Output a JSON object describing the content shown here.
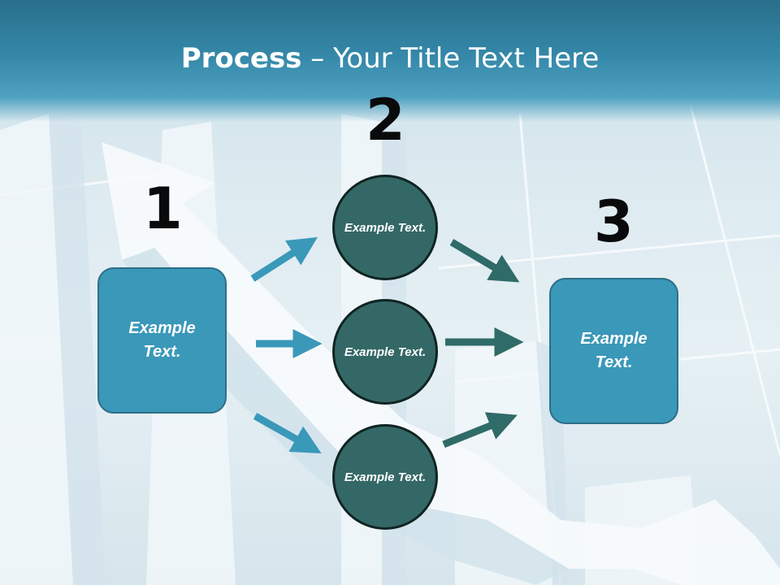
{
  "title": {
    "bold": "Process",
    "rest": " – Your Title Text Here"
  },
  "steps": [
    {
      "number": "1",
      "label": "Example Text."
    },
    {
      "number": "2"
    },
    {
      "number": "3",
      "label": "Example Text."
    }
  ],
  "circles": [
    {
      "label": "Example Text."
    },
    {
      "label": "Example Text."
    },
    {
      "label": "Example Text."
    }
  ],
  "colors": {
    "box": "#3a98b9",
    "circle": "#346866",
    "arrow_left": "#3a98b9",
    "arrow_right": "#2f6b68",
    "header": "#3487a8"
  }
}
